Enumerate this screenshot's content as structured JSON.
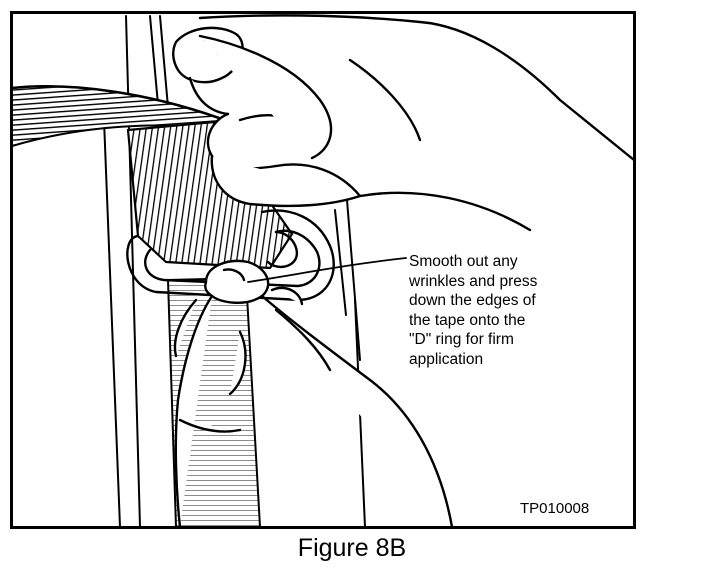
{
  "callout": {
    "lines": [
      "Smooth out any",
      "wrinkles and press",
      "down the edges of",
      "the tape onto the",
      "\"D\" ring for firm",
      "application"
    ]
  },
  "reference_code": "TP010008",
  "caption": "Figure 8B",
  "colors": {
    "ink": "#000000",
    "paper": "#ffffff"
  }
}
